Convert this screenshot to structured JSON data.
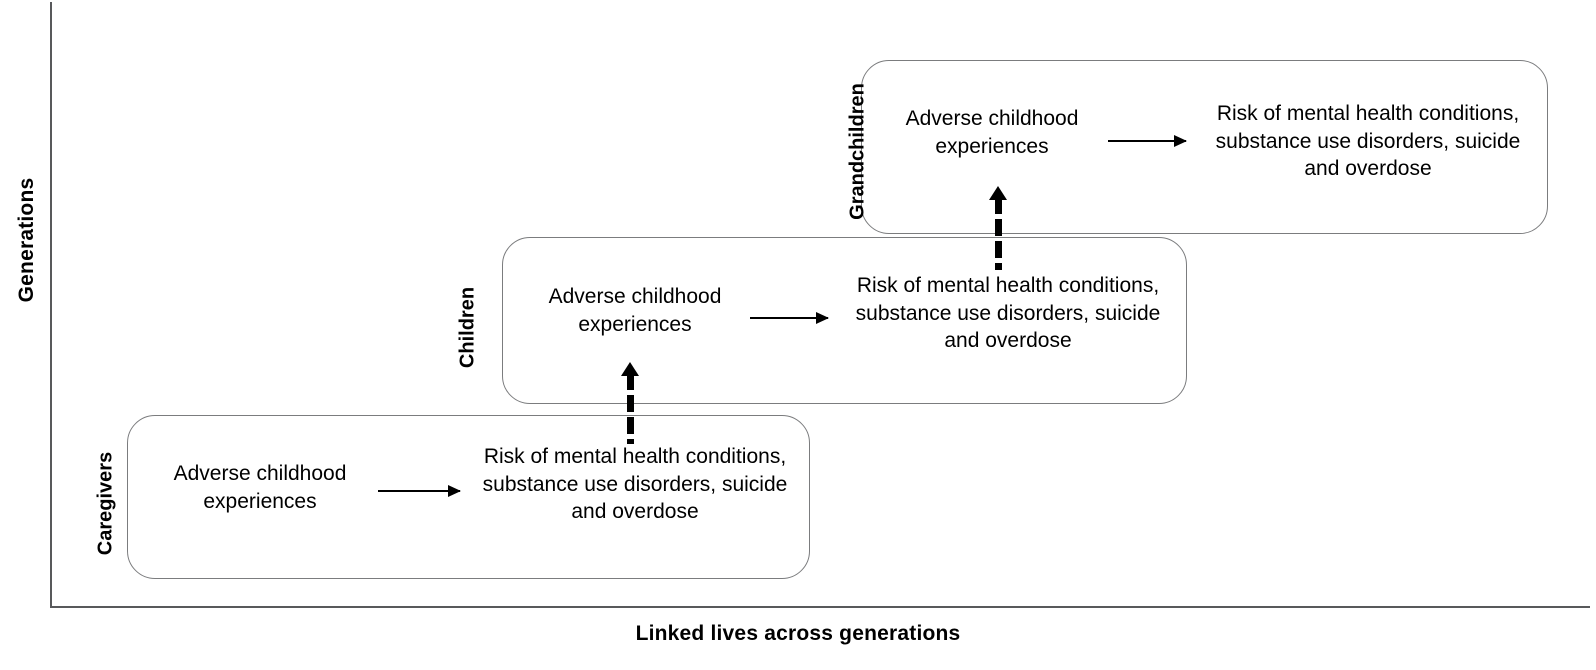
{
  "figure": {
    "type": "conceptual-diagram",
    "axis_y_title": "Generations",
    "axis_x_title": "Linked lives across generations"
  },
  "generations": [
    {
      "id": "caregivers",
      "label": "Caregivers",
      "ace_text": "Adverse childhood experiences",
      "risk_text": "Risk of mental health conditions, substance use disorders, suicide and overdose"
    },
    {
      "id": "children",
      "label": "Children",
      "ace_text": "Adverse childhood experiences",
      "risk_text": "Risk of mental health conditions, substance use disorders, suicide and overdose"
    },
    {
      "id": "grandchildren",
      "label": "Grandchildren",
      "ace_text": "Adverse childhood experiences",
      "risk_text": "Risk of mental health conditions, substance use disorders, suicide and overdose"
    }
  ],
  "connectors": {
    "horizontal_arrow_name": "solid-arrow-ace-to-risk",
    "vertical_arrow_name": "dashed-arrow-risk-to-next-generation-ace"
  },
  "colors": {
    "box_border": "#7b7c7e",
    "axis": "#58595b",
    "arrow": "#000000",
    "text": "#000000",
    "background": "#ffffff"
  }
}
